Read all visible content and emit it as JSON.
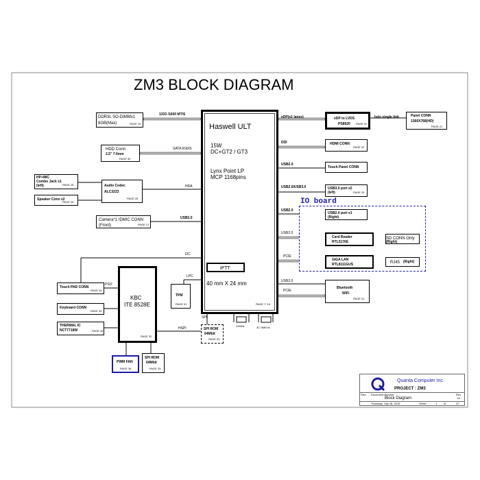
{
  "title": "ZM3  BLOCK DIAGRAM",
  "cpu": {
    "name": "Haswell ULT",
    "line1": "15W",
    "line2": "DC+GT2 / GT3",
    "line3": "Lynx Point LP",
    "line4": "MCP 1168pins",
    "iptt": "iPTT",
    "size": "40 mm X 24 mm",
    "page": "PAGE 7~19"
  },
  "left": {
    "ddr": {
      "line1": "DDR3L SO-DIMMx1",
      "line2": "8GB(Max)",
      "page": "PAGE 19",
      "bus": "1333 /1600 MT/S"
    },
    "hdd": {
      "line1": "HDD Conn",
      "line2": "2.5\" 7.0mm",
      "page": "PAGE 30",
      "bus": "SATA 6Gb/S"
    },
    "hpmic": {
      "line1": "HP+MIC",
      "line2": "Combo Jack x1",
      "line3": "(left)",
      "page": "PAGE 25"
    },
    "audio": {
      "line1": "Audio Codec",
      "line2": "ALC3223",
      "page": "PAGE 25",
      "bus": "HDA"
    },
    "speaker": {
      "line1": "Speaker  Conn x2",
      "page": "PAGE 25"
    },
    "camera": {
      "line1": "Camera*1 /DMIC CONN",
      "line2": "(Front)",
      "page": "PAGE 21",
      "bus": "USB2.0"
    },
    "i2c": "I2C",
    "lpc": "LPC",
    "ps2": "PS/2",
    "hspi": "HSPI",
    "spi": "SPI",
    "touchpad": {
      "line1": "Touch PAD CONN",
      "page": "PAGE 34"
    },
    "keyboard": {
      "line1": "Keyboard CONN",
      "page": "PAGE 34"
    },
    "thermal": {
      "line1": "THERMAL IC",
      "line2": "NCT7718W",
      "page": "PAGE 35"
    },
    "kbc": {
      "line1": "KBC",
      "line2": "ITE 8528E",
      "page": "PAGE 32"
    },
    "tpm": {
      "line1": "TPM",
      "page": "PAGE 31"
    },
    "pwmfan": {
      "line1": "PWM FAN",
      "page": "PAGE 36"
    },
    "spirom2": {
      "line1": "SPI ROM",
      "line2": "64Mbit",
      "page": "PAGE 33"
    },
    "spirom1": {
      "line1": "SPI ROM",
      "line2": "64Mbit",
      "page": "PAGE 33"
    },
    "xtal1": "24MHz",
    "xtal2": "32.768KHz"
  },
  "right": {
    "edp": {
      "bus": "eDP(x1 lanes)",
      "line1": "eDP to LVDS",
      "line2": "PS8620",
      "page": "PAGE 20"
    },
    "lvds": "lvds single link",
    "panel": {
      "line1": "Panel CONN",
      "line2": "1366X768(HD)",
      "page": "PAGE 21"
    },
    "ddi": "DDI",
    "hdmi": {
      "line1": "HDMI CONN",
      "page": "PAGE 22"
    },
    "touch": {
      "bus": "USB2.0",
      "line1": "Touch Panel CONN"
    },
    "usb3": {
      "bus": "USB2.0/USB3.0",
      "line1": "USB3.0 port x2",
      "line2": "(left)",
      "page": "PAGE 29"
    },
    "ioboard": "IO board",
    "usb2": {
      "bus": "USB2.0",
      "line1": "USB2.0 port x1",
      "line2": "(Right)"
    },
    "card": {
      "bus": "USB2.0",
      "line1": "Card Reader",
      "line2": "RTL5176E"
    },
    "sd": {
      "line1": "SD CONN Only",
      "line2": "(Right)"
    },
    "lan": {
      "bus": "PCIE",
      "line1": "GIGA LAN",
      "line2": "RTL8111GUS"
    },
    "rj45": {
      "line1": "RJ45",
      "line2": "(Right)"
    },
    "bt": {
      "bus1": "USB2.0",
      "bus2": "PCIE",
      "line1": "Bluetooth",
      "line2": "WiFi",
      "page": "PAGE 31"
    }
  },
  "titleblock": {
    "company": "Quanta Computer Inc.",
    "project": "PROJECT : ZM3",
    "size_label": "Size",
    "doc_label": "Document Number",
    "doc": "Block Diagram",
    "rev_label": "Rev",
    "rev": "1A",
    "date": "Thursday, July 18, 2013",
    "sheet_label": "Sheet",
    "sheet": "1",
    "of": "of",
    "total": "47"
  }
}
